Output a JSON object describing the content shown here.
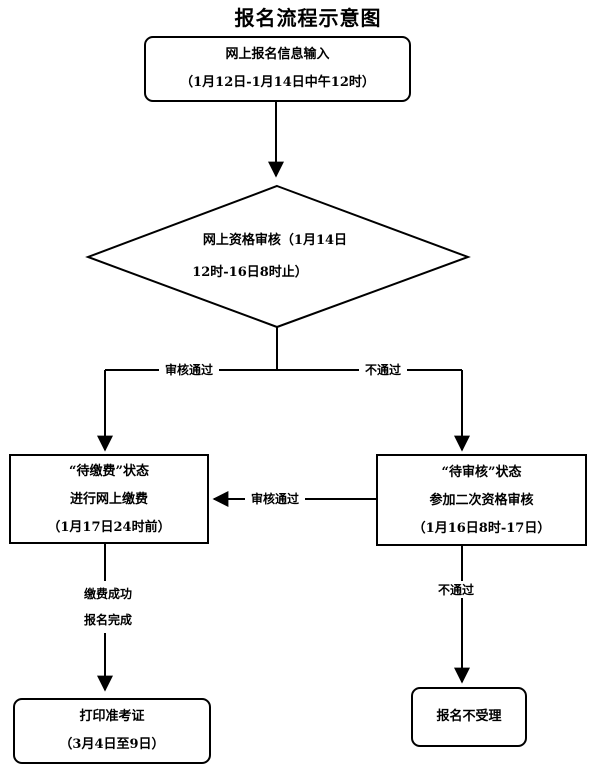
{
  "title": "报名流程示意图",
  "nodes": {
    "input": {
      "line1": "网上报名信息输入",
      "line2": "（1月12日-1月14日中午12时）"
    },
    "review": {
      "line1": "网上资格审核（1月14日",
      "line2": "12时-16日8时止）"
    },
    "pay": {
      "line1": "“待缴费”状态",
      "line2": "进行网上缴费",
      "line3": "（1月17日24时前）"
    },
    "pending": {
      "line1": "“待审核”状态",
      "line2": "参加二次资格审核",
      "line3": "（1月16日8时-17日）"
    },
    "print": {
      "line1": "打印准考证",
      "line2": "（3月4日至9日）"
    },
    "reject": {
      "line1": "报名不受理"
    }
  },
  "edges": {
    "review_pass": "审核通过",
    "review_fail": "不通过",
    "second_pass": "审核通过",
    "second_fail": "不通过",
    "pay_done_1": "缴费成功",
    "pay_done_2": "报名完成"
  }
}
